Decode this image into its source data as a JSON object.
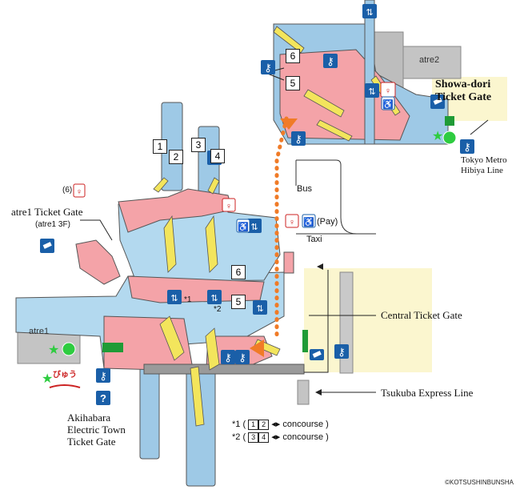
{
  "labels": {
    "showa_dori": "Showa-dori\nTicket Gate",
    "tokyo_metro": "Tokyo Metro\nHibiya Line",
    "atre2": "atre2",
    "atre1_gate": "atre1 Ticket Gate",
    "atre1_gate_sub": "(atre1 3F)",
    "atre1": "atre1",
    "bus": "Bus",
    "taxi": "Taxi",
    "pay": "(Pay)",
    "central_gate": "Central Ticket Gate",
    "tsukuba": "Tsukuba Express Line",
    "electric_town": "Akihabara\nElectric Town\nTicket Gate",
    "note1_prefix": "*1 (",
    "note1_suffix": "concourse )",
    "note2_prefix": "*2 (",
    "note2_suffix": "concourse )",
    "star1": "*1",
    "star2": "*2",
    "copyright": "©KOTSUSHINBUNSHA",
    "toilet_note_6": "(6)",
    "suica_logo": "びゅう"
  },
  "platforms": {
    "p1": "1",
    "p2": "2",
    "p3": "3",
    "p4": "4",
    "p5_main": "5",
    "p6_main": "6",
    "p5_upper": "5",
    "p6_upper": "6",
    "n1": "1",
    "n2": "2",
    "n3": "3",
    "n4": "4"
  },
  "icons": [
    "elevator-icon",
    "toilet-icon",
    "accessible-icon",
    "ticket-machine-icon",
    "key-locker-icon",
    "information-icon",
    "arrow-icon"
  ],
  "colors": {
    "concourse_blue": "#b3d9ef",
    "platform_blue": "#9ec9e6",
    "zone_pink": "#f4a3a8",
    "stairs_yellow": "#f3e55c",
    "building_gray": "#c4c4c4",
    "cream": "#fbf6cf",
    "path_orange": "#f07b27",
    "icon_blue": "#1a5fa8",
    "green": "#1f9b36"
  }
}
